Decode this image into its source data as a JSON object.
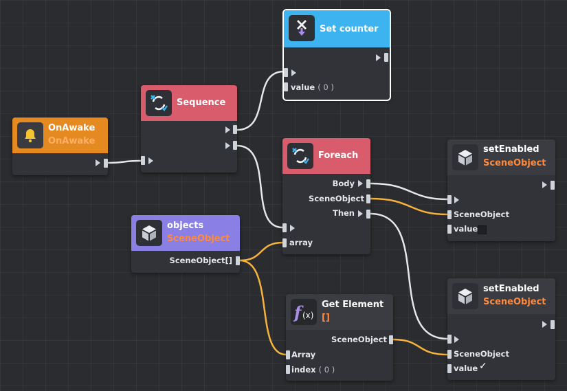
{
  "nodes": {
    "on_awake": {
      "title": "OnAwake",
      "subtitle": "OnAwake",
      "color": "#e58a21"
    },
    "sequence": {
      "title": "Sequence",
      "color": "#d85c6c"
    },
    "set_counter": {
      "title": "Set counter",
      "color": "#3db4f0",
      "value_label": "value",
      "value": "( 0 )"
    },
    "foreach": {
      "title": "Foreach",
      "color": "#d85c6c",
      "body": "Body",
      "scene_object": "SceneObject",
      "then": "Then",
      "array": "array"
    },
    "objects": {
      "title": "objects",
      "subtitle": "SceneObject",
      "color": "#8a7fe5",
      "output": "SceneObject[]"
    },
    "get_element": {
      "title": "Get Element",
      "subtitle": "[]",
      "output": "SceneObject",
      "array": "Array",
      "index_label": "index",
      "index": "( 0 )"
    },
    "set_enabled_1": {
      "title": "setEnabled",
      "subtitle": "SceneObject",
      "scene_object": "SceneObject",
      "value_label": "value",
      "value_checked": false
    },
    "set_enabled_2": {
      "title": "setEnabled",
      "subtitle": "SceneObject",
      "scene_object": "SceneObject",
      "value_label": "value",
      "value_checked": true,
      "check_glyph": "✓"
    }
  },
  "colors": {
    "exec_wire": "#e6e7ea",
    "data_wire": "#f5b33d",
    "subtitle": "#ff8a3d"
  },
  "icons": [
    "bell-icon",
    "sequence-icon",
    "set-variable-icon",
    "foreach-icon",
    "cube-icon",
    "function-icon"
  ]
}
